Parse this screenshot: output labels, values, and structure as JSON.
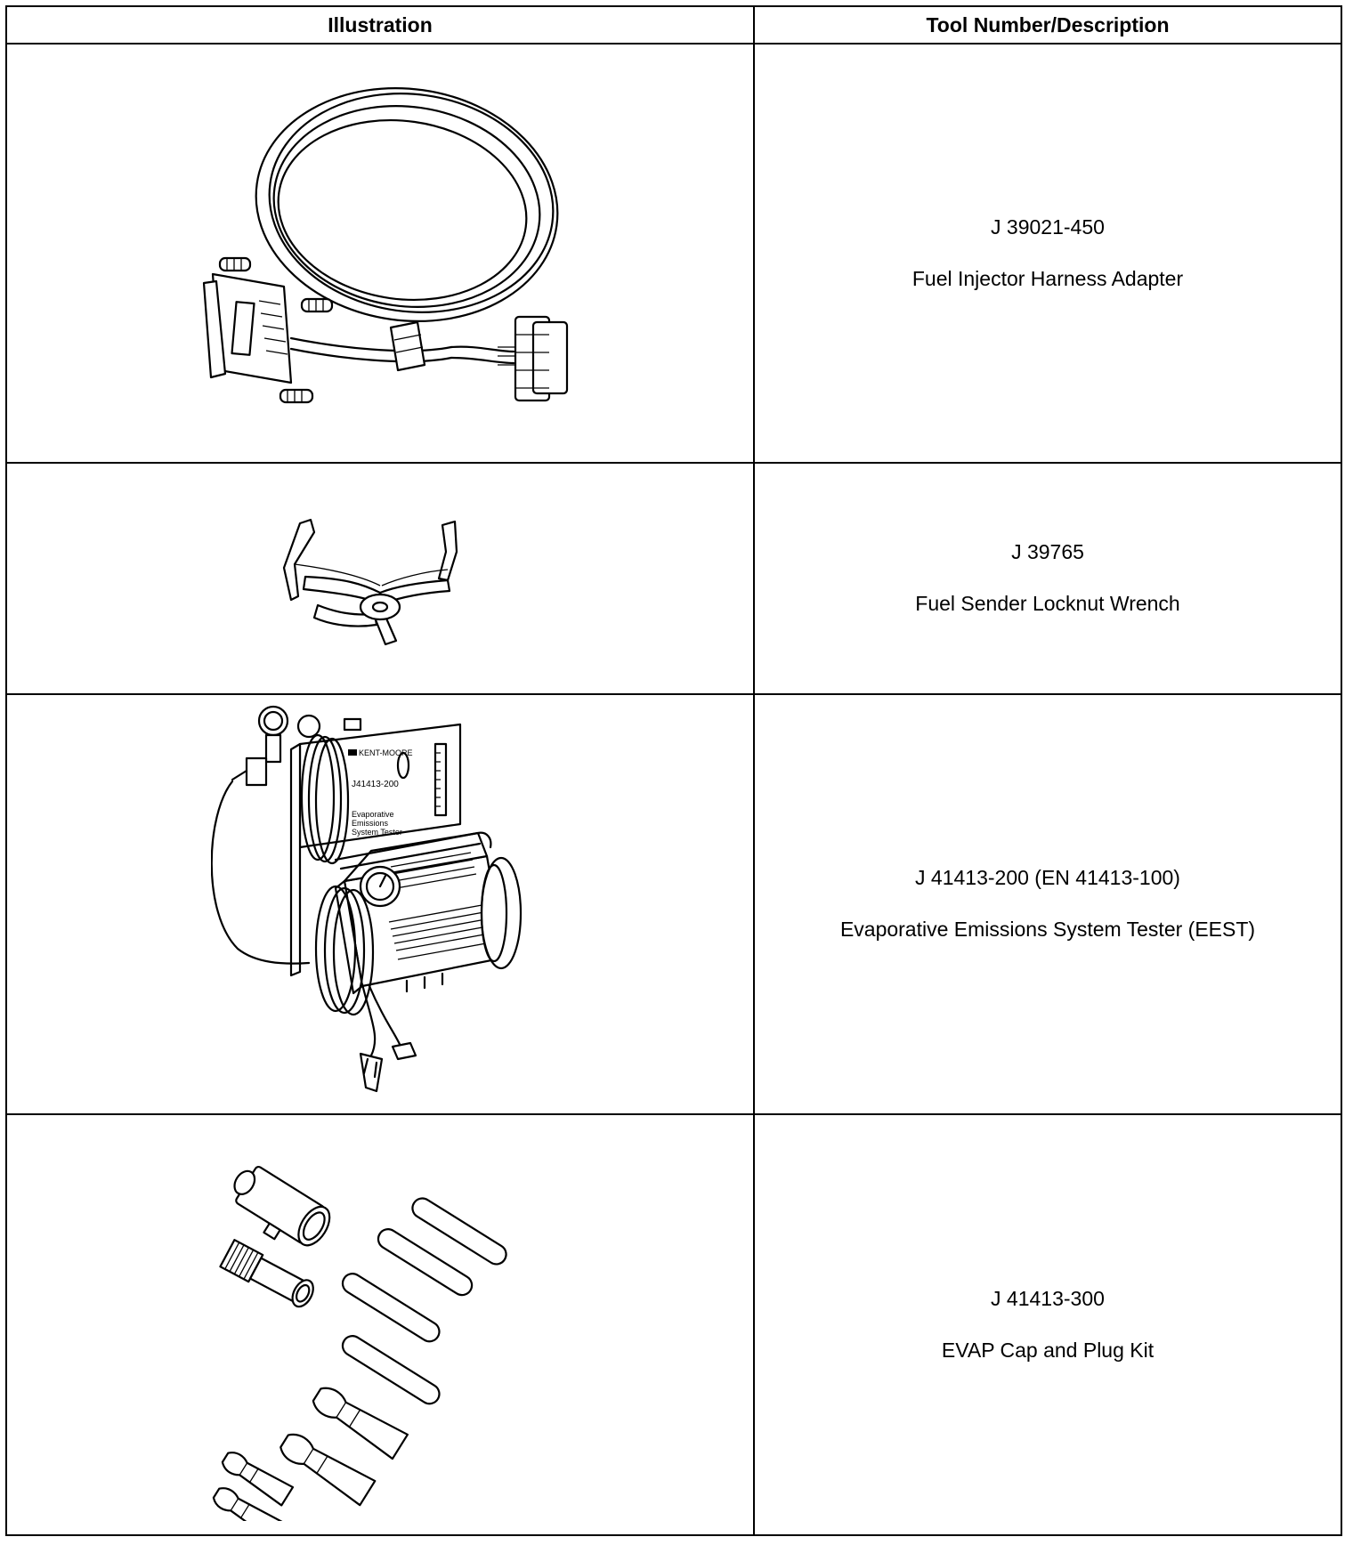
{
  "table": {
    "header": {
      "illustration": "Illustration",
      "description": "Tool Number/Description"
    },
    "rows": [
      {
        "tool_number": "J 39021-450",
        "description": "Fuel Injector Harness Adapter",
        "illustration_icon": "harness-adapter-illustration"
      },
      {
        "tool_number": "J 39765",
        "description": "Fuel Sender Locknut Wrench",
        "illustration_icon": "locknut-wrench-illustration"
      },
      {
        "tool_number": "J 41413-200 (EN 41413-100)",
        "description": "Evaporative Emissions System Tester (EEST)",
        "illustration_icon": "evap-tester-illustration",
        "illustration_text": {
          "brand": "KENT-MOORE",
          "model": "J41413-200",
          "label_line1": "Evaporative",
          "label_line2": "Emissions",
          "label_line3": "System Tester"
        }
      },
      {
        "tool_number": "J 41413-300",
        "description": "EVAP Cap and Plug Kit",
        "illustration_icon": "cap-plug-kit-illustration"
      }
    ]
  }
}
